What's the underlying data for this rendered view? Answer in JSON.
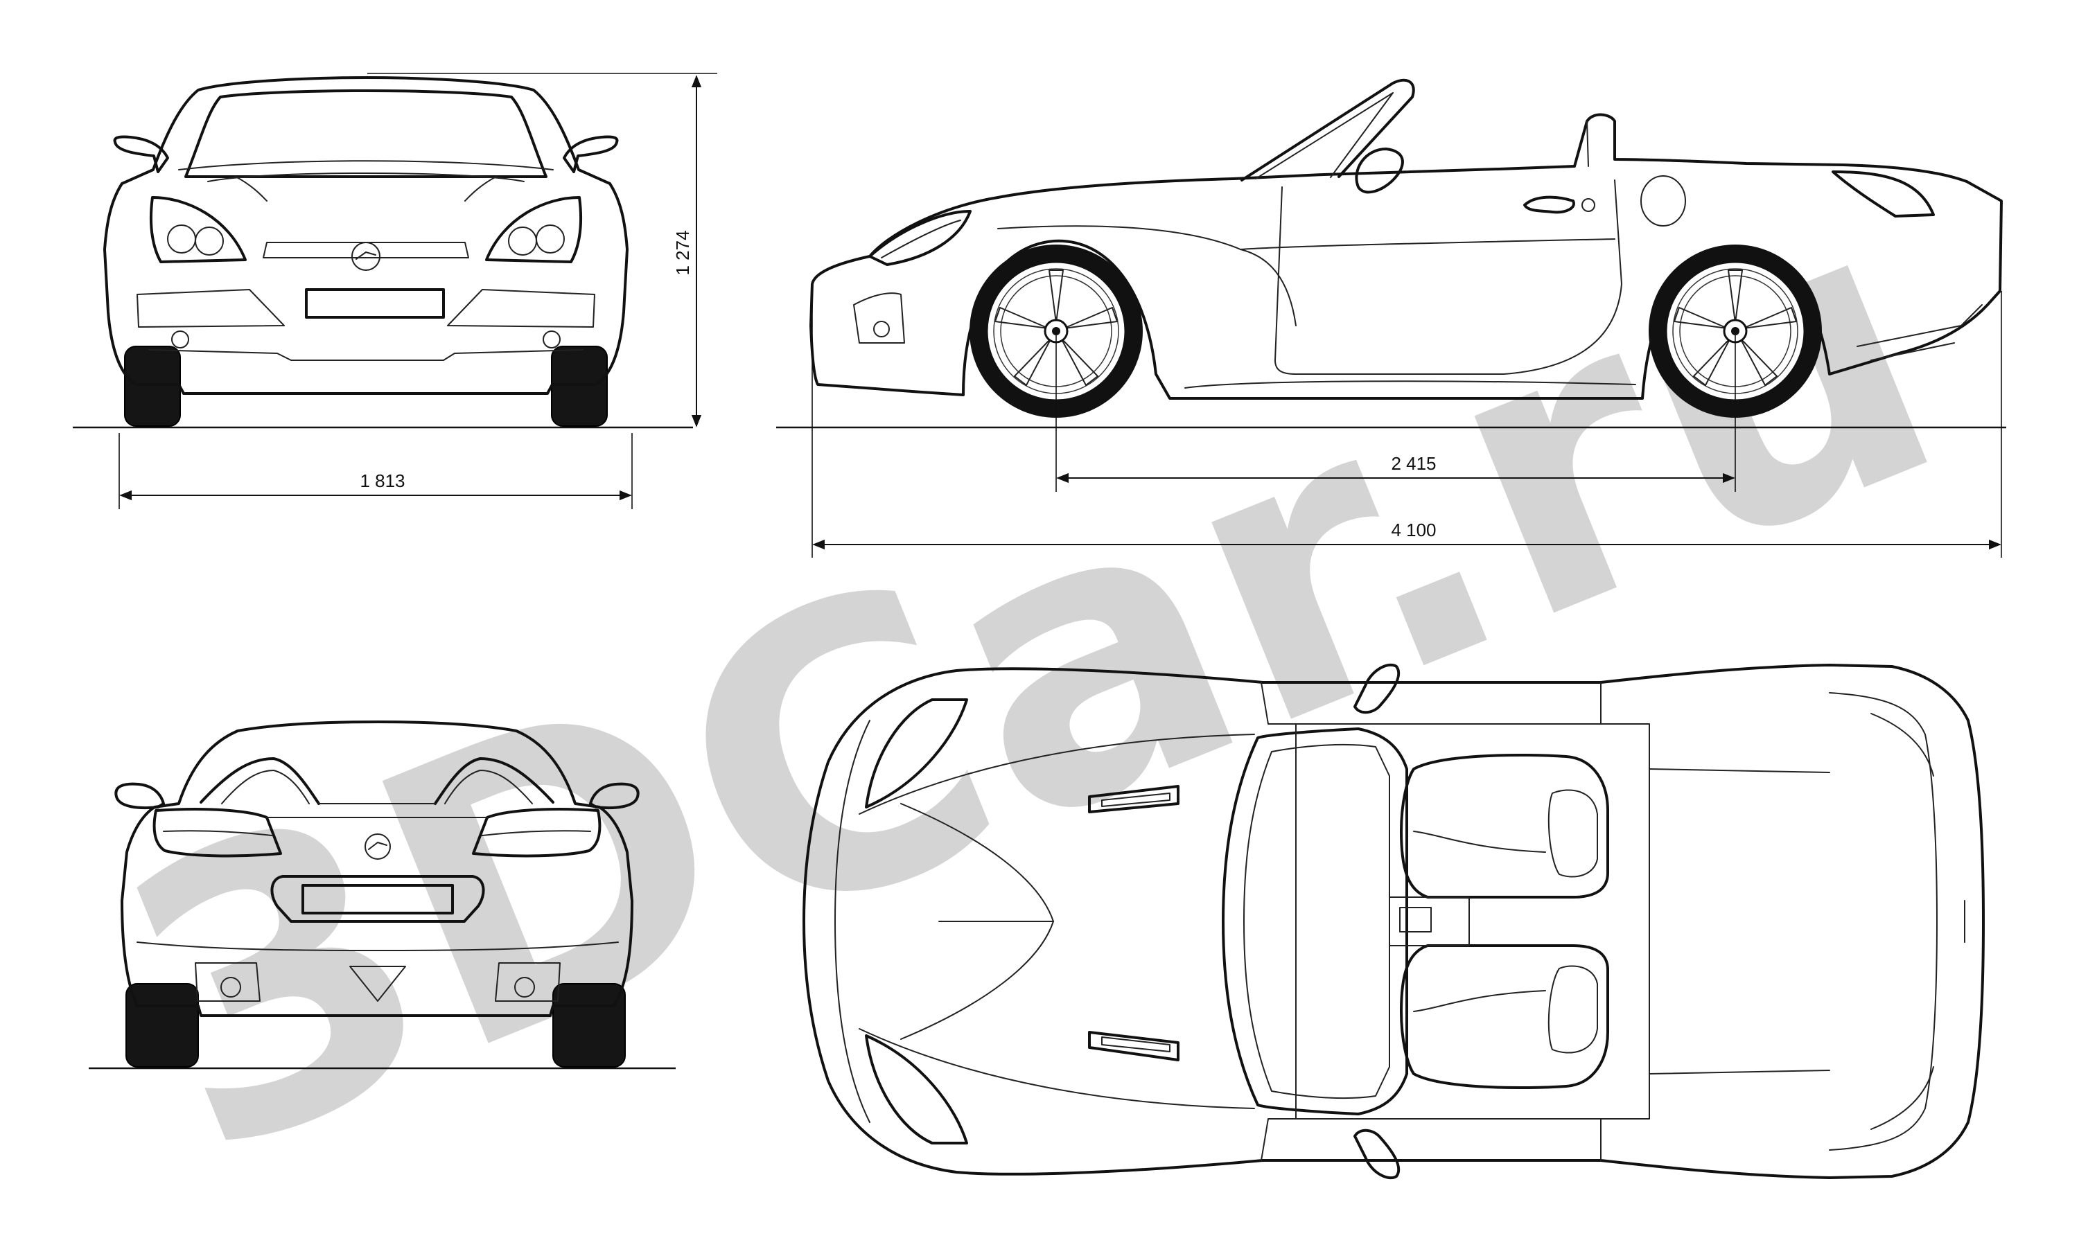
{
  "dimensions": {
    "width_front": "1 813",
    "height": "1 274",
    "wheelbase": "2 415",
    "length": "4 100"
  },
  "watermark": {
    "text": "3DCar.ru",
    "color": "#c9c9c9"
  },
  "colors": {
    "line": "#111111",
    "background": "#ffffff",
    "tire": "#151515"
  }
}
